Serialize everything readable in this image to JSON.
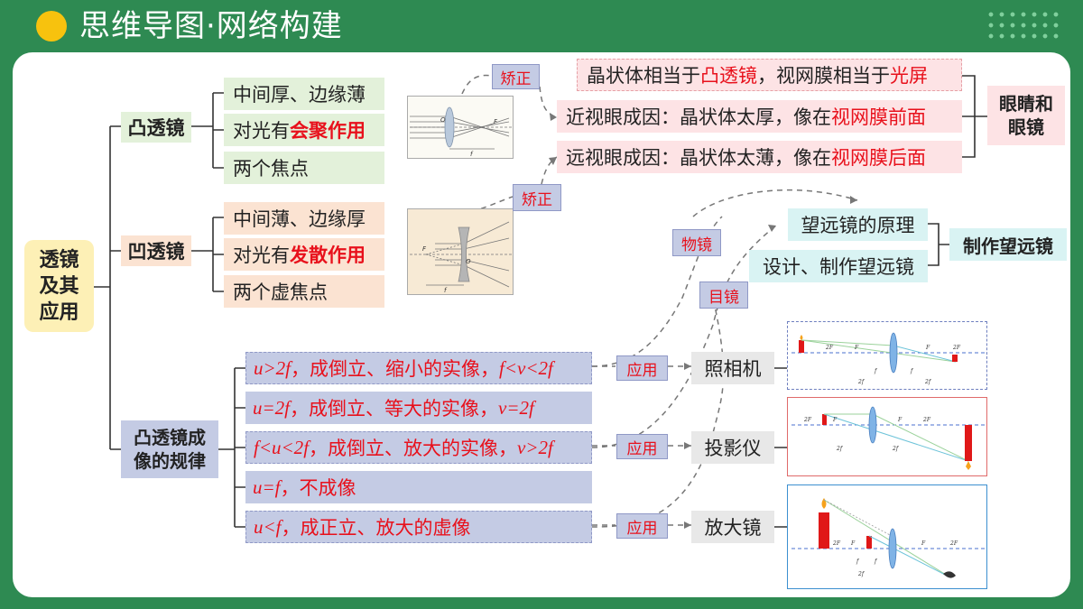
{
  "header": {
    "title": "思维导图·网络构建"
  },
  "root": {
    "line1": "透镜",
    "line2": "及其",
    "line3": "应用"
  },
  "convex": {
    "label": "凸透镜",
    "p1": "中间厚、边缘薄",
    "p2_pre": "对光有",
    "p2_hl": "会聚作用",
    "p3": "两个焦点"
  },
  "concave": {
    "label": "凹透镜",
    "p1": "中间薄、边缘厚",
    "p2_pre": "对光有",
    "p2_hl": "发散作用",
    "p3": "两个虚焦点"
  },
  "eye": {
    "label_line1": "眼睛和",
    "label_line2": "眼镜",
    "r1_a": "晶状体相当于",
    "r1_b": "凸透镜",
    "r1_c": "，视网膜相当于",
    "r1_d": "光屏",
    "r2_a": "近视眼成因：晶状体太厚，像在",
    "r2_b": "视网膜前面",
    "r3_a": "远视眼成因：晶状体太薄，像在",
    "r3_b": "视网膜后面",
    "correct_tag": "矫正"
  },
  "telescope": {
    "label": "制作望远镜",
    "i1": "望远镜的原理",
    "i2": "设计、制作望远镜",
    "objective_tag": "物镜",
    "eyepiece_tag": "目镜"
  },
  "rules": {
    "label_line1": "凸透镜成",
    "label_line2": "像的规律",
    "r1": {
      "a": "u",
      "b": ">2",
      "c": "f",
      "d": "，成倒立、缩小的实像，",
      "e": "f",
      "f": "<",
      "g": "v",
      "h": "<2",
      "i": "f"
    },
    "r2": {
      "a": "u",
      "b": "=2",
      "c": "f",
      "d": "，成倒立、等大的实像，",
      "e": "v",
      "f": "=2",
      "g": "f"
    },
    "r3": {
      "a": "f",
      "b": "<",
      "c": "u",
      "d": "<2",
      "e": "f",
      "f": "，成倒立、放大的实像，",
      "g": "v",
      "h": ">2",
      "i": "f"
    },
    "r4": {
      "a": "u",
      "b": "=",
      "c": "f",
      "d": "，不成像"
    },
    "r5": {
      "a": "u",
      "b": "<",
      "c": "f",
      "d": "，成正立、放大的虚像"
    }
  },
  "applications": {
    "tag": "应用",
    "camera": "照相机",
    "projector": "投影仪",
    "magnifier": "放大镜"
  },
  "diagram_labels": {
    "o": "O",
    "f": "F",
    "f_italic": "f",
    "two_f": "2F",
    "two_f_italic": "2f"
  }
}
